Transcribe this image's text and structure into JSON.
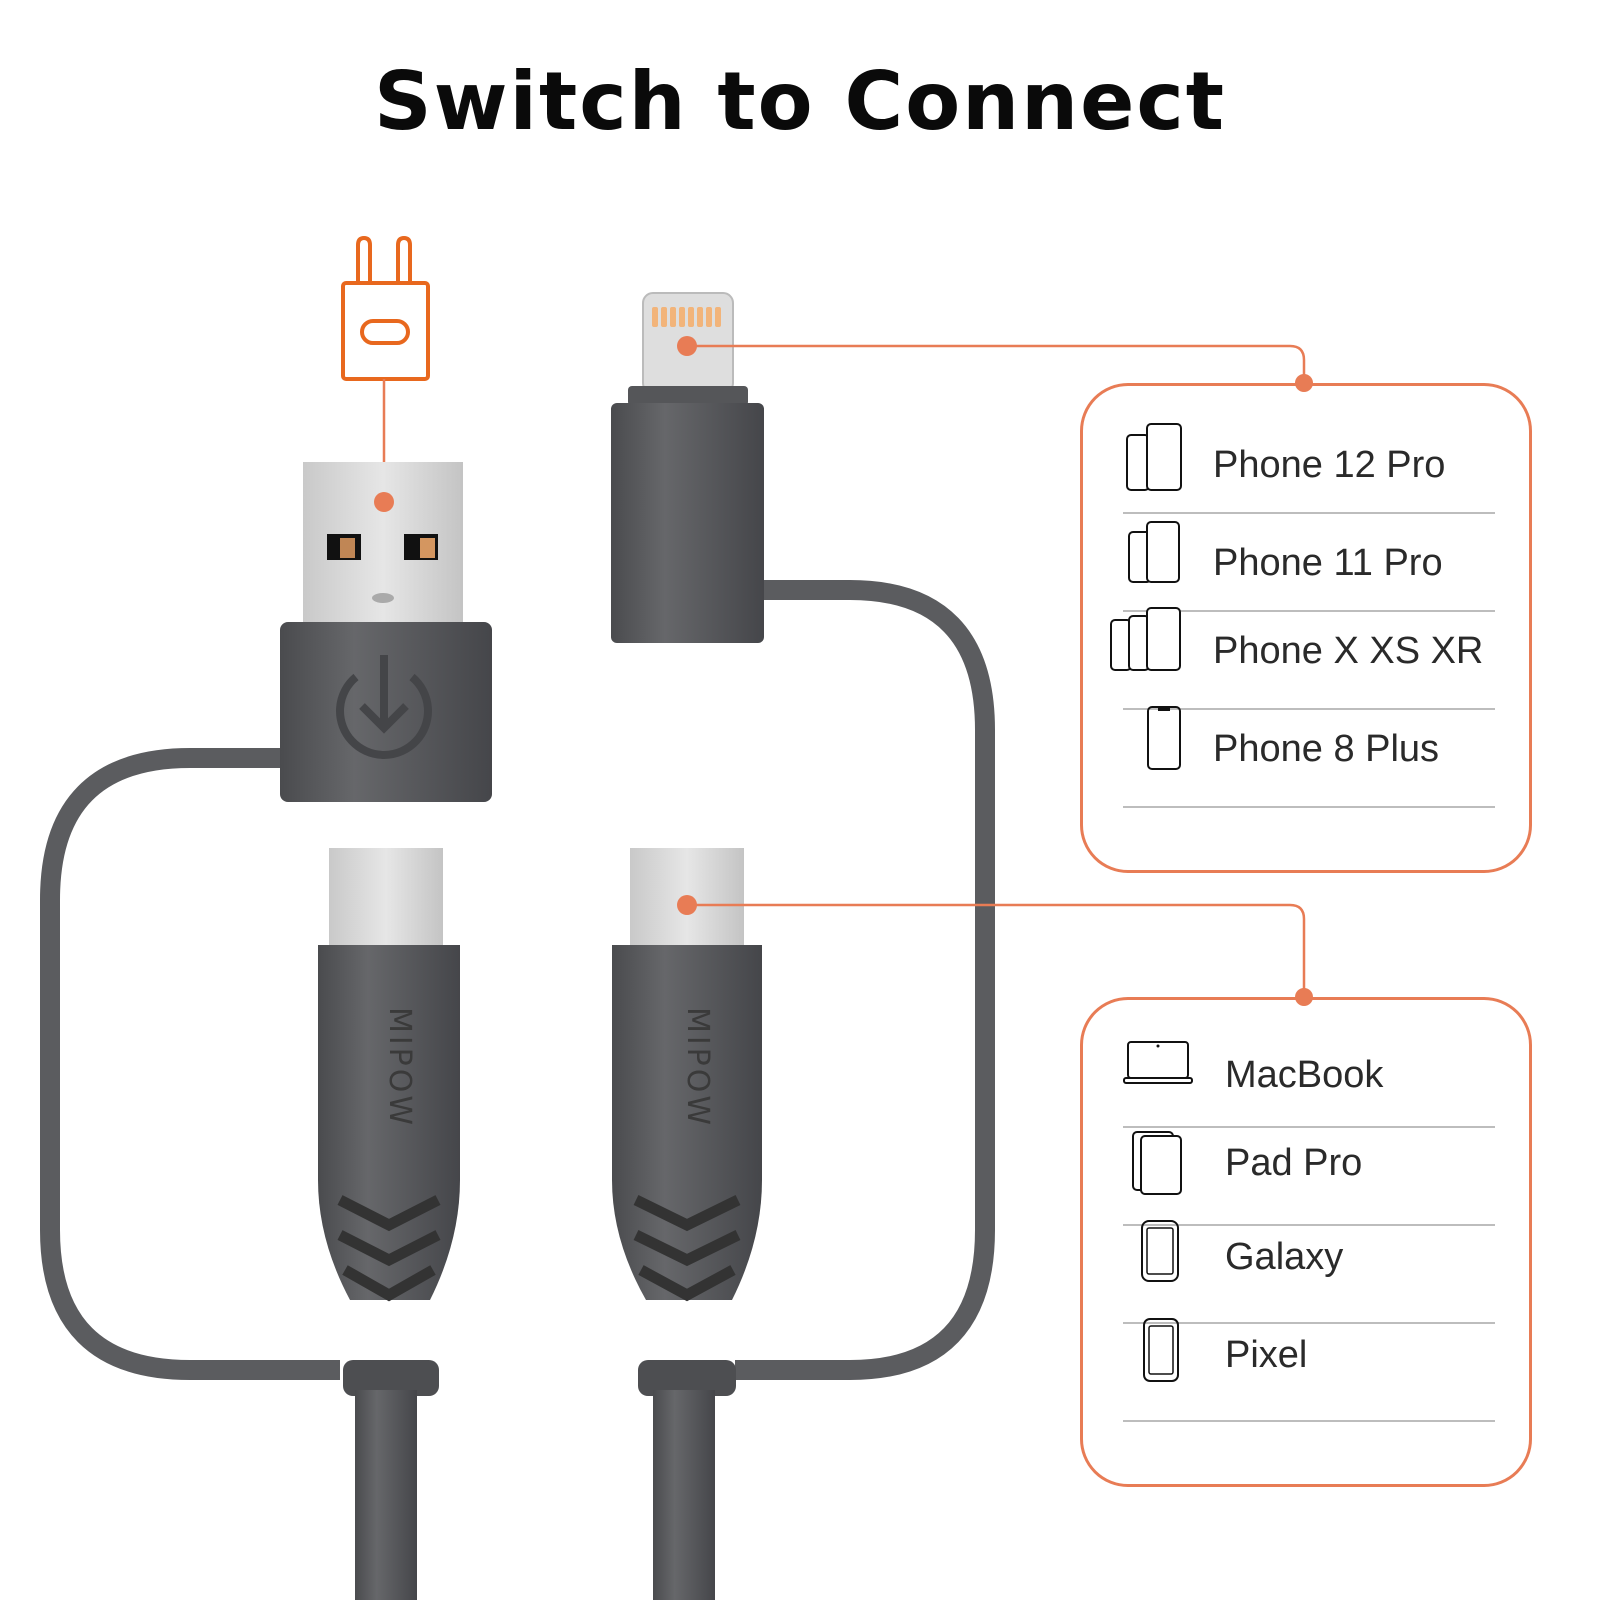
{
  "title": "Switch to Connect",
  "brand_logo": "MIPOW",
  "colors": {
    "accent": "#e87c55",
    "plug_icon": "#e8681e",
    "cable": "#5b5c5f"
  },
  "icons": {
    "plug": "wall-plug-icon",
    "power": "power-arrow-icon"
  },
  "lightning_panel": {
    "items": [
      {
        "label": "Phone 12 Pro",
        "icon": "two-phones-icon"
      },
      {
        "label": "Phone 11 Pro",
        "icon": "two-phones-icon"
      },
      {
        "label": "Phone X XS XR",
        "icon": "three-phones-icon"
      },
      {
        "label": "Phone 8 Plus",
        "icon": "phone-icon"
      }
    ]
  },
  "usbc_panel": {
    "items": [
      {
        "label": "MacBook",
        "icon": "laptop-icon"
      },
      {
        "label": "Pad Pro",
        "icon": "tablet-icon"
      },
      {
        "label": "Galaxy",
        "icon": "android-phone-icon"
      },
      {
        "label": "Pixel",
        "icon": "android-phone-icon"
      }
    ]
  }
}
